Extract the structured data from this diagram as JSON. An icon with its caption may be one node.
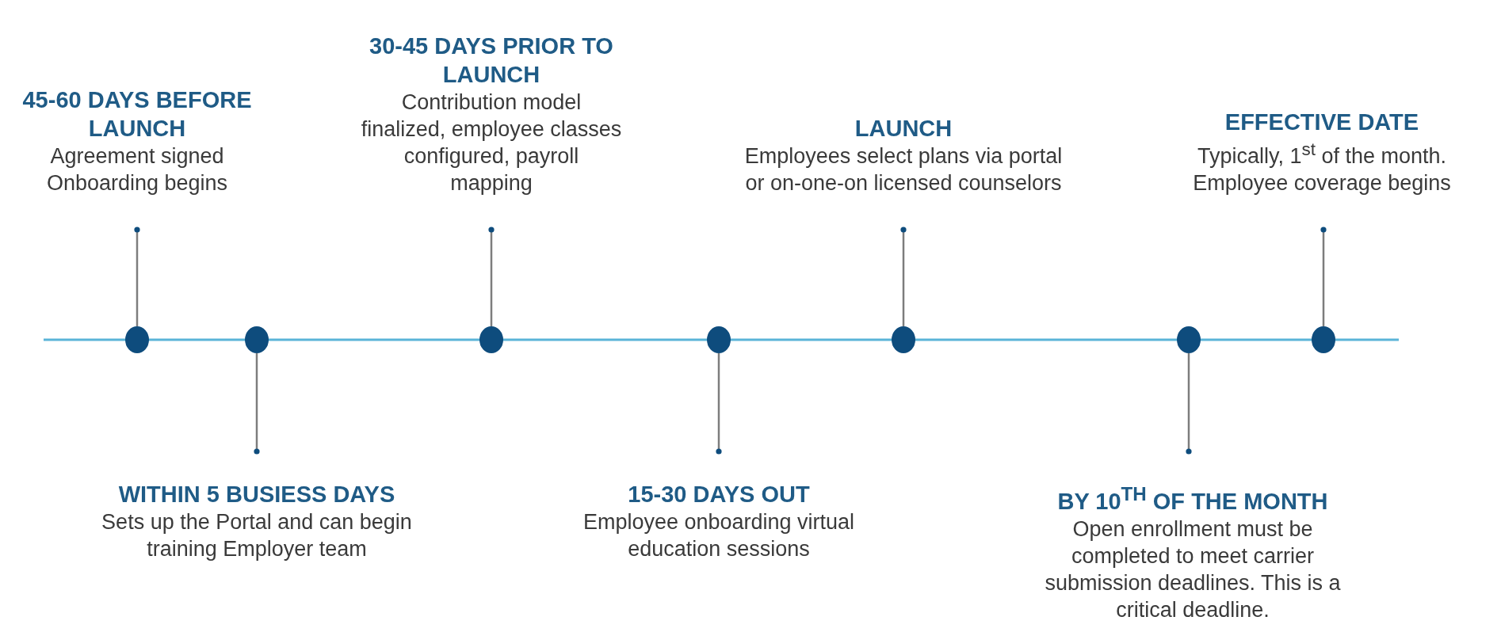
{
  "diagram": {
    "nodes": [
      {
        "text": [
          "45-60 DAYS BEFORE LAUNCH",
          "Agreement signed Onboarding begins"
        ]
      },
      {
        "text": [
          "WITHIN 5 BUSIESS DAYS",
          "Sets up the Portal and can begin training Employer team"
        ]
      },
      {
        "text": [
          "30-45 DAYS PRIOR TO LAUNCH",
          "Contribution model finalized, employee classes configured, payroll mapping"
        ]
      },
      {
        "text": [
          "15-30 DAYS OUT",
          "Employee onboarding virtual education sessions"
        ]
      },
      {
        "text": [
          "LAUNCH",
          "Employees select plans via portal or on-one-on licensed counselors"
        ]
      },
      {
        "text": [
          "BY 10$^{TH}$ OF THE MONTH",
          "Open enrollment must be completed to meet carrier submission deadlines. This is a critical deadline."
        ]
      },
      {
        "text": [
          "EFFECTIVE DATE",
          "Typically, 1$^{st}$ of the month. Employee coverage begins"
        ]
      },
      {
        "text": [],
        "shape": "circle"
      },
      {
        "text": [],
        "shape": "circle"
      },
      {
        "text": [],
        "shape": "circle"
      },
      {
        "text": [],
        "shape": "circle"
      },
      {
        "text": [],
        "shape": "circle"
      },
      {
        "text": [],
        "shape": "circle"
      },
      {
        "text": [],
        "shape": "circle"
      }
    ],
    "edges": [
      {
        "from": 7,
        "to": 0,
        "arrow": "other"
      },
      {
        "from": 8,
        "to": 1,
        "arrow": "other"
      },
      {
        "from": 9,
        "to": 2,
        "arrow": "other"
      },
      {
        "from": 10,
        "to": 3,
        "arrow": "other"
      },
      {
        "from": 11,
        "to": 4,
        "arrow": "other"
      },
      {
        "from": 12,
        "to": 5,
        "arrow": "other"
      },
      {
        "from": 13,
        "to": 6,
        "arrow": "other"
      }
    ]
  }
}
